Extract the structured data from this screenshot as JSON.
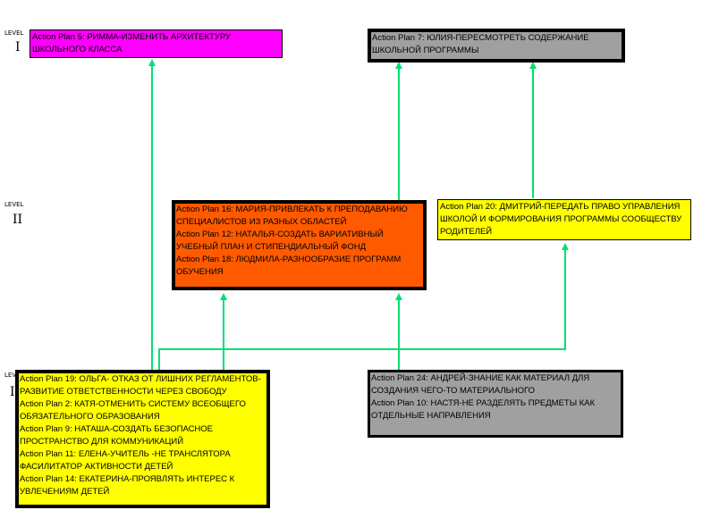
{
  "levels": [
    {
      "label": "LEVEL",
      "num": "I"
    },
    {
      "label": "LEVEL",
      "num": "II"
    },
    {
      "label": "LEVEL",
      "num": "I"
    }
  ],
  "boxes": {
    "plan5": {
      "color": "#ff00ff",
      "lines": [
        "Action Plan 5: РИММА-ИЗМЕНИТЬ АРХИТЕКТУРУ ШКОЛЬНОГО КЛАССА"
      ]
    },
    "plan7": {
      "color": "#a0a0a0",
      "lines": [
        "Action Plan 7: ЮЛИЯ-ПЕРЕСМОТРЕТЬ СОДЕРЖАНИЕ ШКОЛЬНОЙ ПРОГРАММЫ"
      ]
    },
    "plan16": {
      "color": "#ff5a00",
      "lines": [
        "Action Plan 16: МАРИЯ-ПРИВЛЕКАТЬ К ПРЕПОДАВАНИЮ СПЕЦИАЛИСТОВ ИЗ РАЗНЫХ ОБЛАСТЕЙ",
        "Action Plan 12: НАТАЛЬЯ-СОЗДАТЬ ВАРИАТИВНЫЙ УЧЕБНЫЙ ПЛАН И СТИПЕНДИАЛЬНЫЙ ФОНД",
        "Action Plan 18: ЛЮДМИЛА-РАЗНООБРАЗИЕ ПРОГРАММ ОБУЧЕНИЯ"
      ]
    },
    "plan20": {
      "color": "#ffff00",
      "lines": [
        "Action Plan 20: ДМИТРИЙ-ПЕРЕДАТЬ ПРАВО УПРАВЛЕНИЯ ШКОЛОЙ  И ФОРМИРОВАНИЯ ПРОГРАММЫ СООБЩЕСТВУ РОДИТЕЛЕЙ"
      ]
    },
    "plan19": {
      "color": "#ffff00",
      "lines": [
        "Action Plan 19: ОЛЬГА- ОТКАЗ ОТ ЛИШНИХ РЕГЛАМЕНТОВ-РАЗВИТИЕ ОТВЕТСТВЕННОСТИ ЧЕРЕЗ СВОБОДУ",
        "Action Plan 2: КАТЯ-ОТМЕНИТЬ СИСТЕМУ ВСЕОБЩЕГО ОБЯЗАТЕЛЬНОГО ОБРАЗОВАНИЯ",
        "Action Plan 9: НАТАША-СОЗДАТЬ БЕЗОПАСНОЕ ПРОСТРАНСТВО ДЛЯ КОММУНИКАЦИЙ",
        "Action Plan 11: ЕЛЕНА-УЧИТЕЛЬ -НЕ ТРАНСЛЯТОРА ФАСИЛИТАТОР АКТИВНОСТИ ДЕТЕЙ",
        "Action Plan 14: ЕКАТЕРИНА-ПРОЯВЛЯТЬ ИНТЕРЕС К УВЛЕЧЕНИЯМ ДЕТЕЙ"
      ]
    },
    "plan24": {
      "color": "#a0a0a0",
      "lines": [
        "Action Plan 24: АНДРЕЙ-ЗНАНИЕ КАК МАТЕРИАЛ ДЛЯ СОЗДАНИЯ ЧЕГО-ТО МАТЕРИАЛЬНОГО",
        "Action Plan 10: НАСТЯ-НЕ РАЗДЕЛЯТЬ ПРЕДМЕТЫ КАК ОТДЕЛЬНЫЕ НАПРАВЛЕНИЯ"
      ]
    }
  },
  "connector_color": "#00e070"
}
